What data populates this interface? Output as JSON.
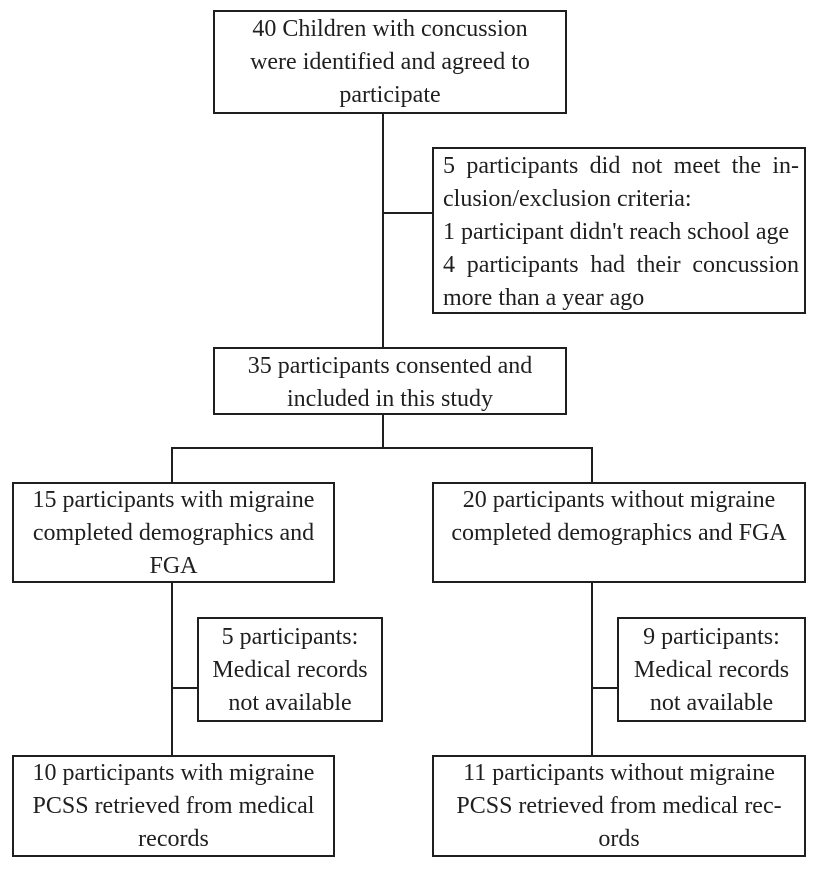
{
  "flowchart": {
    "colors": {
      "background": "#ffffff",
      "line": "#1f1f1f",
      "text": "#1f1f1f",
      "box_background": "#ffffff"
    },
    "boxes": {
      "identified": {
        "lines": [
          "40 Children with concussion",
          "were identified and agreed to",
          "participate"
        ]
      },
      "excluded": {
        "lines": [
          "5 participants did not meet the in-",
          "clusion/exclusion criteria:",
          "1 participant didn't reach school age",
          "4 participants had their concussion",
          "more than a year ago"
        ]
      },
      "consented": {
        "lines": [
          "35 participants consented and",
          "included in this study"
        ]
      },
      "migraine_fga": {
        "lines": [
          "15 participants with migraine",
          "completed demographics and",
          "FGA"
        ]
      },
      "no_migraine_fga": {
        "lines": [
          "20 participants without migraine",
          "completed demographics and FGA"
        ]
      },
      "migraine_no_records": {
        "lines": [
          "5 participants:",
          "Medical records",
          "not available"
        ]
      },
      "no_migraine_no_records": {
        "lines": [
          "9 participants:",
          "Medical records",
          "not available"
        ]
      },
      "migraine_pcss": {
        "lines": [
          "10 participants with migraine",
          "PCSS retrieved from medical",
          "records"
        ]
      },
      "no_migraine_pcss": {
        "lines": [
          "11 participants without migraine",
          "PCSS retrieved from medical rec-",
          "ords"
        ]
      }
    }
  }
}
